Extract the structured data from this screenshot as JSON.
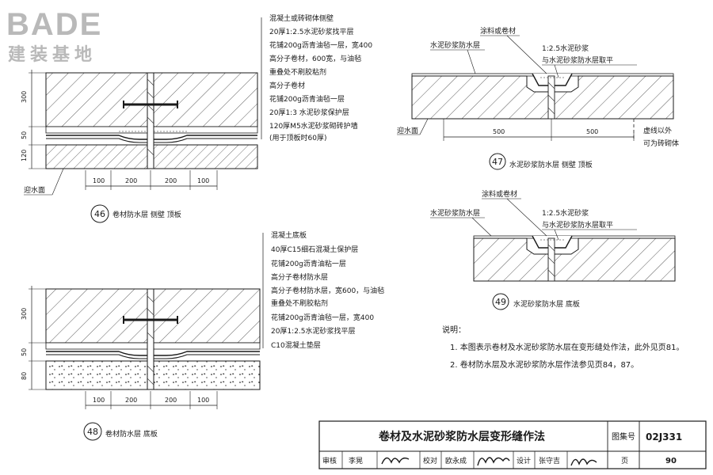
{
  "logo": {
    "brand": "BADE",
    "subtitle": "建装基地"
  },
  "detail46": {
    "number": "46",
    "caption": "卷材防水层  侧壁  顶板",
    "labels": [
      "混凝土或砖砌体侧壁",
      "20厚1:2.5水泥砂浆找平层",
      "花铺200g沥青油毡一层，宽400",
      "高分子卷材，600宽，与油毡",
      "重叠处不刷胶粘剂",
      "高分子卷材",
      "花铺200g沥青油毡一层",
      "20厚1:3 水泥砂浆保护层",
      "120厚M5水泥砂浆砌砖护墙",
      "(用于顶板时60厚)"
    ],
    "dims_vertical": [
      "300",
      "50",
      "120"
    ],
    "dims_horizontal": [
      "100",
      "200",
      "200",
      "100"
    ],
    "side_label": "迎水面"
  },
  "detail47": {
    "number": "47",
    "caption": "水泥砂浆防水层  侧壁  顶板",
    "labels": [
      "涂料或卷材",
      "水泥砂浆防水层",
      "1:2.5水泥砂浆",
      "与水泥砂浆防水层取平"
    ],
    "side_label": "迎水面",
    "dims": [
      "500",
      "500"
    ],
    "note_lines": [
      "虚线以外",
      "可为砖砌体"
    ]
  },
  "detail48": {
    "number": "48",
    "caption": "卷材防水层  底板",
    "labels": [
      "混凝土底板",
      "40厚C15细石混凝土保护层",
      "花铺200g沥青油粘一层",
      "高分子卷材防水层",
      "高分子卷材防水层，宽600，与油毡",
      "重叠处不刷胶粘剂",
      "花铺200g沥青油毡一层，宽400",
      "20厚1:2.5水泥砂浆找平层",
      "C10混凝土垫层"
    ],
    "dims_vertical": [
      "300",
      "50",
      "80"
    ],
    "dims_horizontal": [
      "100",
      "200",
      "200",
      "100"
    ]
  },
  "detail49": {
    "number": "49",
    "caption": "水泥砂浆防水层  底板",
    "labels": [
      "涂料或卷材",
      "水泥砂浆防水层",
      "1:2.5水泥砂浆",
      "与水泥砂浆防水层取平"
    ]
  },
  "notes": {
    "heading": "说明：",
    "items": [
      "1. 本图表示卷材及水泥砂浆防水层在变形缝处作法，此外见页81。",
      "2. 卷材防水层及水泥砂浆防水层作法参见页84，87。"
    ]
  },
  "titleblock": {
    "title": "卷材及水泥砂浆防水层变形缝作法",
    "atlas_label": "图集号",
    "atlas_no": "02J331",
    "review_label": "审核",
    "reviewer": "李晃",
    "check_label": "校对",
    "checker": "欧永成",
    "design_label": "设计",
    "designer": "张守吉",
    "page_label": "页",
    "page_no": "90"
  }
}
